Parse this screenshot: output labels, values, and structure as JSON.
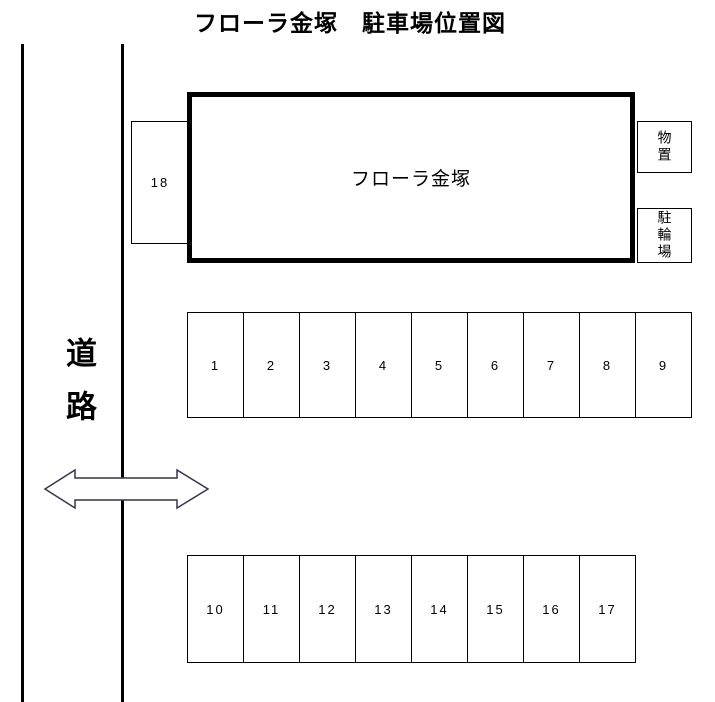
{
  "title": "フローラ金塚　駐車場位置図",
  "road": {
    "label": "道路"
  },
  "arrow": {
    "type": "two-way-horizontal"
  },
  "building": {
    "label": "フローラ金塚"
  },
  "annex": {
    "storage": "物置",
    "bicycle_parking": "駐輪場"
  },
  "parking": {
    "space_18": "18",
    "row_middle": [
      "1",
      "2",
      "3",
      "4",
      "5",
      "6",
      "7",
      "8",
      "9"
    ],
    "row_bottom": [
      "10",
      "11",
      "12",
      "13",
      "14",
      "15",
      "16",
      "17"
    ]
  },
  "colors": {
    "background": "#ffffff",
    "line": "#000000",
    "arrow_outline": "#35354a"
  }
}
